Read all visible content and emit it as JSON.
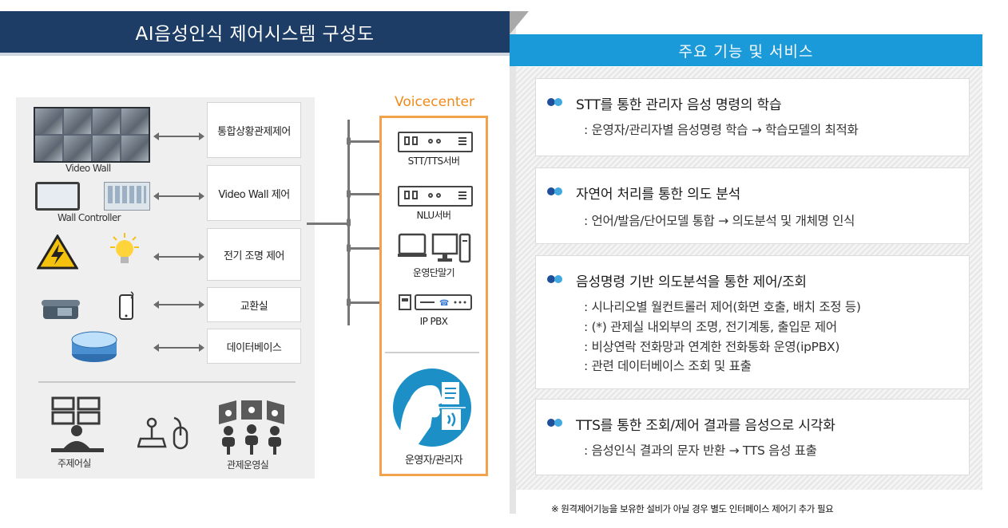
{
  "left": {
    "title": "AI음성인식 제어시스템 구성도",
    "devices": {
      "video_wall": "Video Wall",
      "wall_controller": "Wall Controller",
      "control_room": "주제어실",
      "operation_room": "관제운영실"
    },
    "labels": [
      "통합상황관제제어",
      "Video Wall 제어",
      "전기 조명 제어",
      "교환실",
      "데이터베이스"
    ]
  },
  "voicecenter": {
    "title": "Voicecenter",
    "items": [
      "STT/TTS서버",
      "NLU서버",
      "운영단말기",
      "IP PBX"
    ],
    "operator": "운영자/관리자"
  },
  "right": {
    "title": "주요 기능 및 서비스",
    "cards": [
      {
        "title": "STT를 통한 관리자 음성 명령의 학습",
        "lines": [
          ": 운영자/관리자별 음성명령 학습 → 학습모델의 최적화"
        ]
      },
      {
        "title": "자연어 처리를 통한 의도 분석",
        "lines": [
          ": 언어/발음/단어모델 통합 → 의도분석 및 개체명 인식"
        ]
      },
      {
        "title": "음성명령 기반 의도분석을 통한 제어/조회",
        "lines": [
          ": 시나리오별 월컨트롤러 제어(화면 호출, 배치 조정 등)",
          ": (*) 관제실 내외부의 조명, 전기계통, 출입문 제어",
          ": 비상연락 전화망과 연계한 전화통화 운영(ipPBX)",
          ": 관련 데이터베이스 조회 및 표출"
        ]
      },
      {
        "title": "TTS를 통한 조회/제어 결과를 음성으로 시각화",
        "lines": [
          ": 음성인식 결과의 문자 반환 → TTS 음성 표출"
        ]
      }
    ],
    "footnote": "※ 원격제어기능을 보유한 설비가 아닐 경우 별도 인터페이스  제어기 추가 필요"
  },
  "colors": {
    "navy": "#1e3d66",
    "blue": "#1a9ad9",
    "orange": "#f08a1a",
    "bullet_dark": "#1f4f9a",
    "bullet_light": "#3fa9e0"
  }
}
